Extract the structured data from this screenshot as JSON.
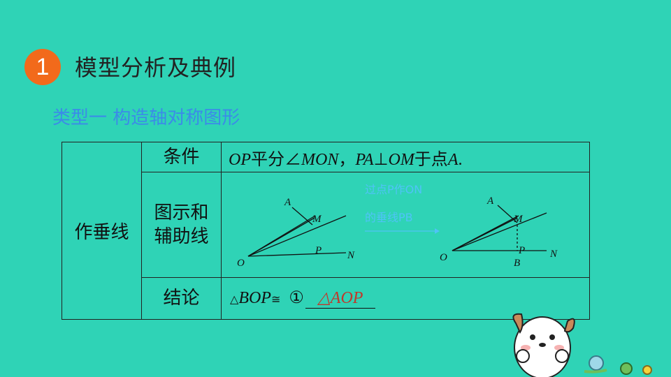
{
  "header": {
    "number": "1",
    "title": "模型分析及典例"
  },
  "subtitle": "类型一 构造轴对称图形",
  "table": {
    "row_header": "作垂线",
    "condition_label": "条件",
    "condition": {
      "op": "OP",
      "t1": "平分∠",
      "mon": "MON",
      "t2": "，",
      "pa": "PA",
      "t3": "⊥",
      "om": "OM",
      "t4": "于点",
      "a": "A",
      "t5": "."
    },
    "figure_label_line1": "图示和",
    "figure_label_line2": "辅助线",
    "conclusion_label": "结论"
  },
  "figure": {
    "left": {
      "M": "M",
      "A": "A",
      "P": "P",
      "O": "O",
      "N": "N"
    },
    "hint_line1": "过点P作ON",
    "hint_line2": "的垂线PB",
    "right": {
      "M": "M",
      "A": "A",
      "P": "P",
      "O": "O",
      "B": "B",
      "N": "N"
    }
  },
  "conclusion": {
    "tri": "△",
    "lhs": "BOP",
    "cong": "≅",
    "circle_num": "①",
    "answer": "△AOP"
  },
  "colors": {
    "background": "#2FD3B6",
    "badge": "#F26A1B",
    "subtitle": "#3B8BE8",
    "answer": "#C0392B",
    "hint": "#4FC3F7"
  }
}
